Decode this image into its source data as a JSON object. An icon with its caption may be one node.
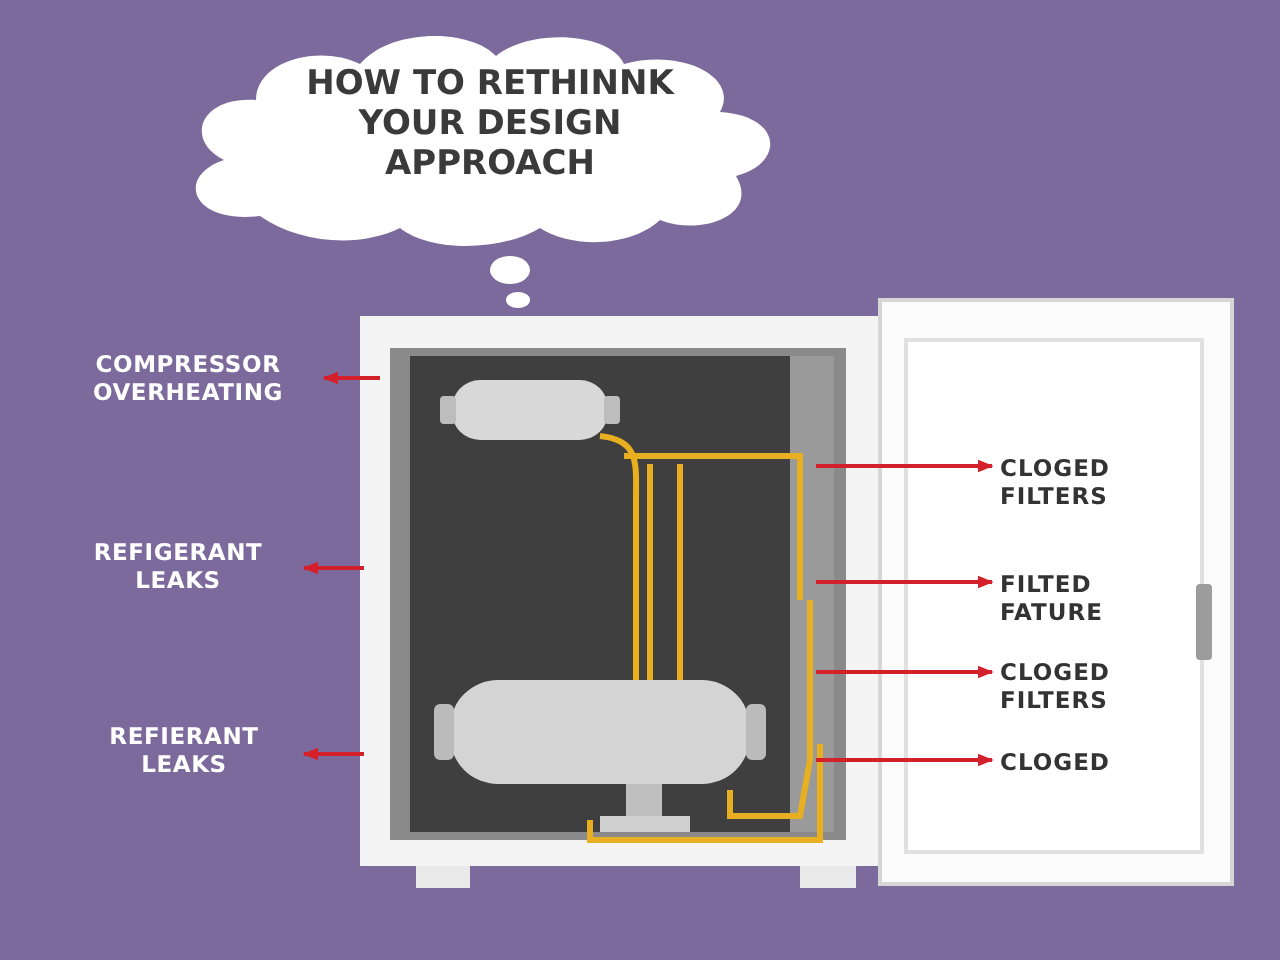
{
  "diagram": {
    "nodes": [
      {
        "text": [
          "HOW TO RETHINNK YOUR DESIGN APPROACH"
        ]
      },
      {
        "text": [
          "COMPRESSOR OVERHEATING"
        ]
      },
      {
        "text": [
          "REFIGERANT LEAKS"
        ]
      },
      {
        "text": [
          "REFIERANT LEAKS"
        ]
      },
      {
        "text": [
          "CLOGED FILTERS"
        ]
      },
      {
        "text": [
          "FILTED FATURE"
        ]
      },
      {
        "text": [
          "CLOGED FILTERS"
        ]
      },
      {
        "text": [
          "CLOGED"
        ]
      }
    ],
    "edges": [
      {
        "from": null,
        "to": 1,
        "arrow": "to"
      },
      {
        "from": null,
        "to": 2,
        "arrow": "to"
      },
      {
        "from": null,
        "to": 3,
        "arrow": "to"
      },
      {
        "from": null,
        "to": 4,
        "arrow": "to"
      },
      {
        "from": null,
        "to": 5,
        "arrow": "to"
      },
      {
        "from": null,
        "to": 6,
        "arrow": "to"
      },
      {
        "from": null,
        "to": 7,
        "arrow": "to"
      }
    ]
  }
}
